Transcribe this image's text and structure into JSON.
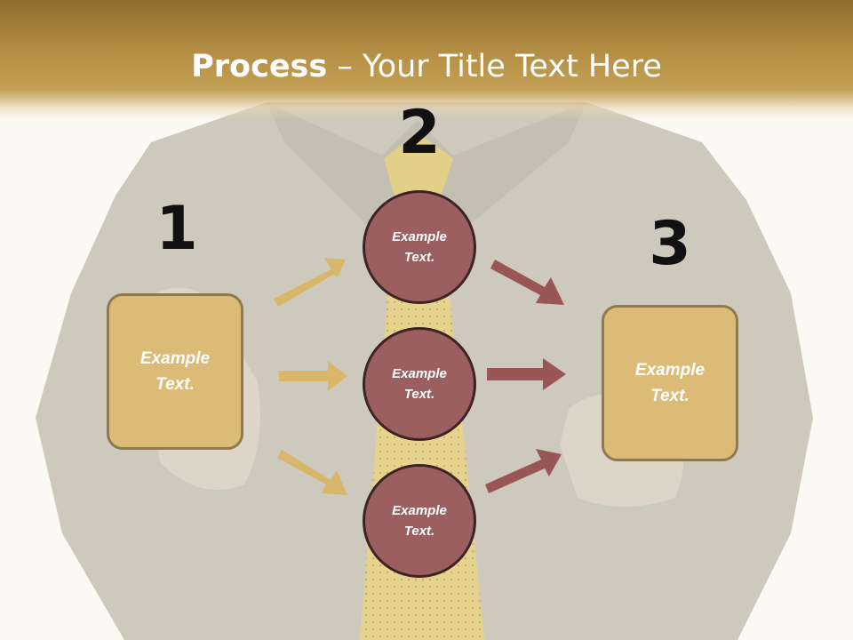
{
  "title": {
    "bold": "Process",
    "rest": " – Your Title Text Here"
  },
  "steps": {
    "num1": "1",
    "num2": "2",
    "num3": "3"
  },
  "boxes": {
    "left": "Example Text.",
    "right": "Example Text."
  },
  "circles": [
    {
      "label": "Example Text."
    },
    {
      "label": "Example Text."
    },
    {
      "label": "Example Text."
    }
  ],
  "colors": {
    "header": "#b48f45",
    "box_fill": "#dcbb76",
    "circle_fill": "#9b5f5f",
    "gold_arrow": "#d8b66a",
    "red_arrow": "#9a5656"
  }
}
